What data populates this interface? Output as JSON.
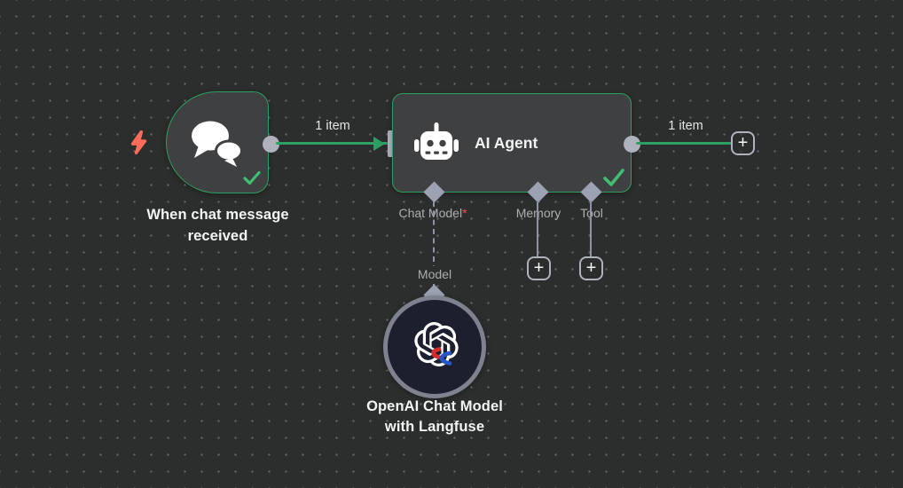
{
  "canvas": {
    "background": "#2c2d2d",
    "dot_color": "#d2d4d6"
  },
  "colors": {
    "success_green": "#2f9e63",
    "connector_gray": "#aeb2bd",
    "required_red": "#f0544c",
    "trigger_bolt": "#ff6d5a",
    "node_fill": "#3f4042",
    "model_node_fill": "#1d1e2e",
    "model_node_ring": "#7e828e"
  },
  "trigger_node": {
    "title_line1": "When chat message",
    "title_line2": "received",
    "status": "success"
  },
  "agent_node": {
    "title": "AI Agent",
    "status": "success",
    "sub_connectors": [
      {
        "label": "Chat Model",
        "marker": "*"
      },
      {
        "label": "Memory",
        "marker": ""
      },
      {
        "label": "Tool",
        "marker": ""
      }
    ]
  },
  "model_node": {
    "title_line1": "OpenAI Chat Model",
    "title_line2": "with Langfuse",
    "port_label": "Model"
  },
  "edges": [
    {
      "label": "1 item"
    },
    {
      "label": "1 item"
    }
  ],
  "add_button_glyph": "+"
}
